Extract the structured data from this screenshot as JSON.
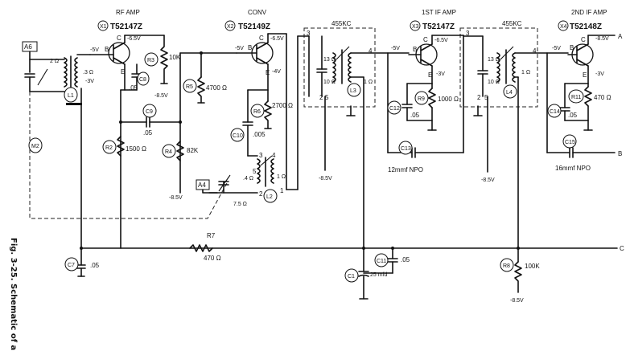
{
  "caption": "Fig. 3-25. Schematic of a",
  "stages": {
    "x1": {
      "ref": "X1",
      "function": "RF AMP",
      "part": "T52147Z"
    },
    "x2": {
      "ref": "X2",
      "function": "CONV",
      "part": "T52149Z"
    },
    "x3": {
      "ref": "X3",
      "function": "1ST IF AMP",
      "part": "T52147Z"
    },
    "x4": {
      "ref": "X4",
      "function": "2ND IF AMP",
      "part": "T52148Z"
    }
  },
  "if_freq": "455KC",
  "terminals": {
    "a6": "A6",
    "a4": "A4",
    "a": "A",
    "b": "B",
    "c": "C"
  },
  "pins": {
    "b": "B",
    "c": "C",
    "e": "E",
    "p1": "1",
    "p2": "2",
    "p3": "3",
    "p4": "4",
    "p5": "5"
  },
  "parts": {
    "l1": "L1",
    "l2": "L2",
    "l3": "L3",
    "l4": "L4",
    "m2": "M2",
    "r2": "R2",
    "r2v": "1500 Ω",
    "r3": "R3",
    "r3v": "10K",
    "r4": "R4",
    "r4v": "82K",
    "r5": "R5",
    "r5v": "4700 Ω",
    "r6": "R6",
    "r6v": "2700 Ω",
    "r7": "R7",
    "r7v": "470 Ω",
    "r8": "R8",
    "r8v": "100K",
    "r9": "R9",
    "r9v": "1000 Ω",
    "r11": "R11",
    "r11v": "470 Ω",
    "c1": "C1",
    "c1v": "25 mfd",
    "c7": "C7",
    "c7v": ".05",
    "c8": "C8",
    "c8v": ".05",
    "c9": "C9",
    "c9v": ".05",
    "c10": "C10",
    "c10v": ".005",
    "c11": "C11",
    "c11v": ".05",
    "c12": "C12",
    "c12v": ".05",
    "c13": "C13",
    "c13v": "12mmf NPO",
    "c14": "C14",
    "c14v": ".05",
    "c15": "C15",
    "c15v": "16mmf NPO"
  },
  "annotations": {
    "ohm2": "2 Ω",
    "ohm_3": ".3 Ω",
    "ohm13": "13 Ω",
    "ohm10": "10 Ω",
    "ohm1": "1 Ω",
    "ohm_4": ".4 Ω",
    "ohm7_5": "7.5 Ω",
    "ohm13b": "13 Ω",
    "ohm1b": "1 Ω",
    "ohm1c": "1 Ω",
    "v_m5": "-5V",
    "v_m3": "-3V",
    "v_m65": "-6.5V",
    "v_m85": "-8.5V",
    "v_m4": "-4V"
  }
}
